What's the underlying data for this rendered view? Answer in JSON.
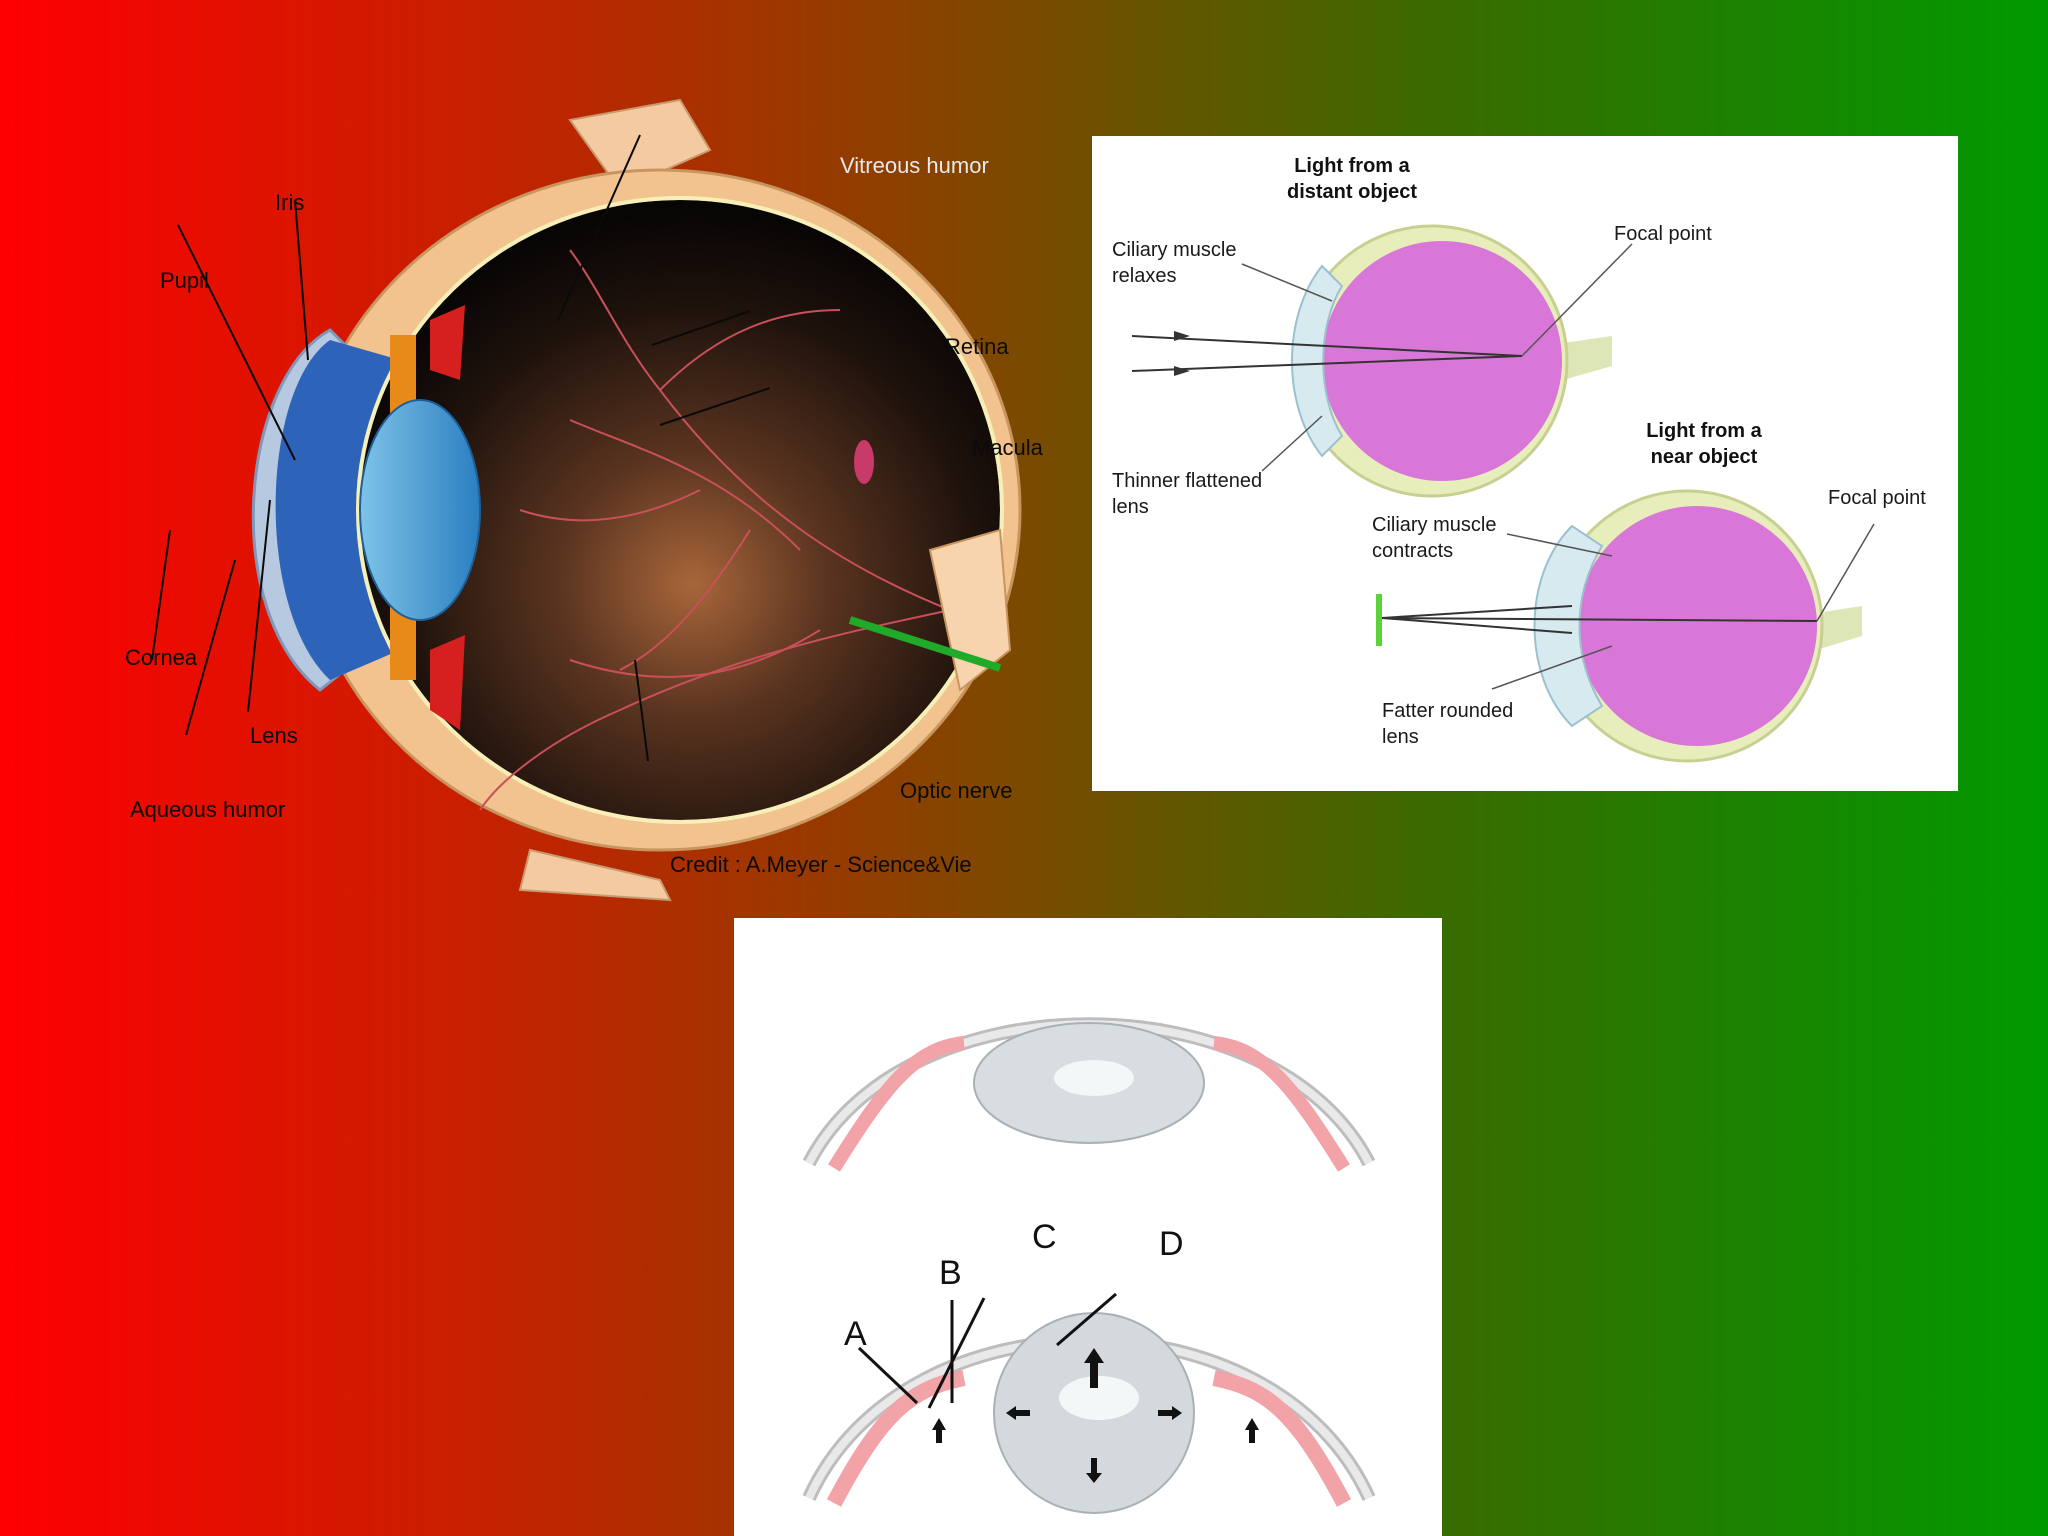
{
  "anatomy": {
    "labels": {
      "iris": "Iris",
      "pupil": "Pupil",
      "cornea": "Cornea",
      "lens": "Lens",
      "aqueous": "Aqueous humor",
      "vitreous": "Vitreous humor",
      "retina": "Retina",
      "macula": "Macula",
      "optic": "Optic nerve"
    },
    "credit": "Credit : A.Meyer - Science&Vie"
  },
  "accommodation": {
    "distant_title": [
      "Light from a",
      "distant object"
    ],
    "near_title": [
      "Light from a",
      "near object"
    ],
    "ciliary_relaxes": [
      "Ciliary muscle",
      "relaxes"
    ],
    "thinner_lens": [
      "Thinner flattened",
      "lens"
    ],
    "focal_point_1": "Focal point",
    "focal_point_2": "Focal point",
    "ciliary_contracts": [
      "Ciliary muscle",
      "contracts"
    ],
    "fatter_lens": [
      "Fatter rounded",
      "lens"
    ]
  },
  "lens_diagram": {
    "letters": [
      "A",
      "B",
      "C",
      "D"
    ]
  },
  "colors": {
    "bg_left": "#ff0000",
    "bg_right": "#009a00",
    "sclera": "#f2c38f",
    "eyeball_purple": "#d977d8",
    "ciliary_pink": "#ef9aa0",
    "optic_green": "#1faa2a"
  }
}
